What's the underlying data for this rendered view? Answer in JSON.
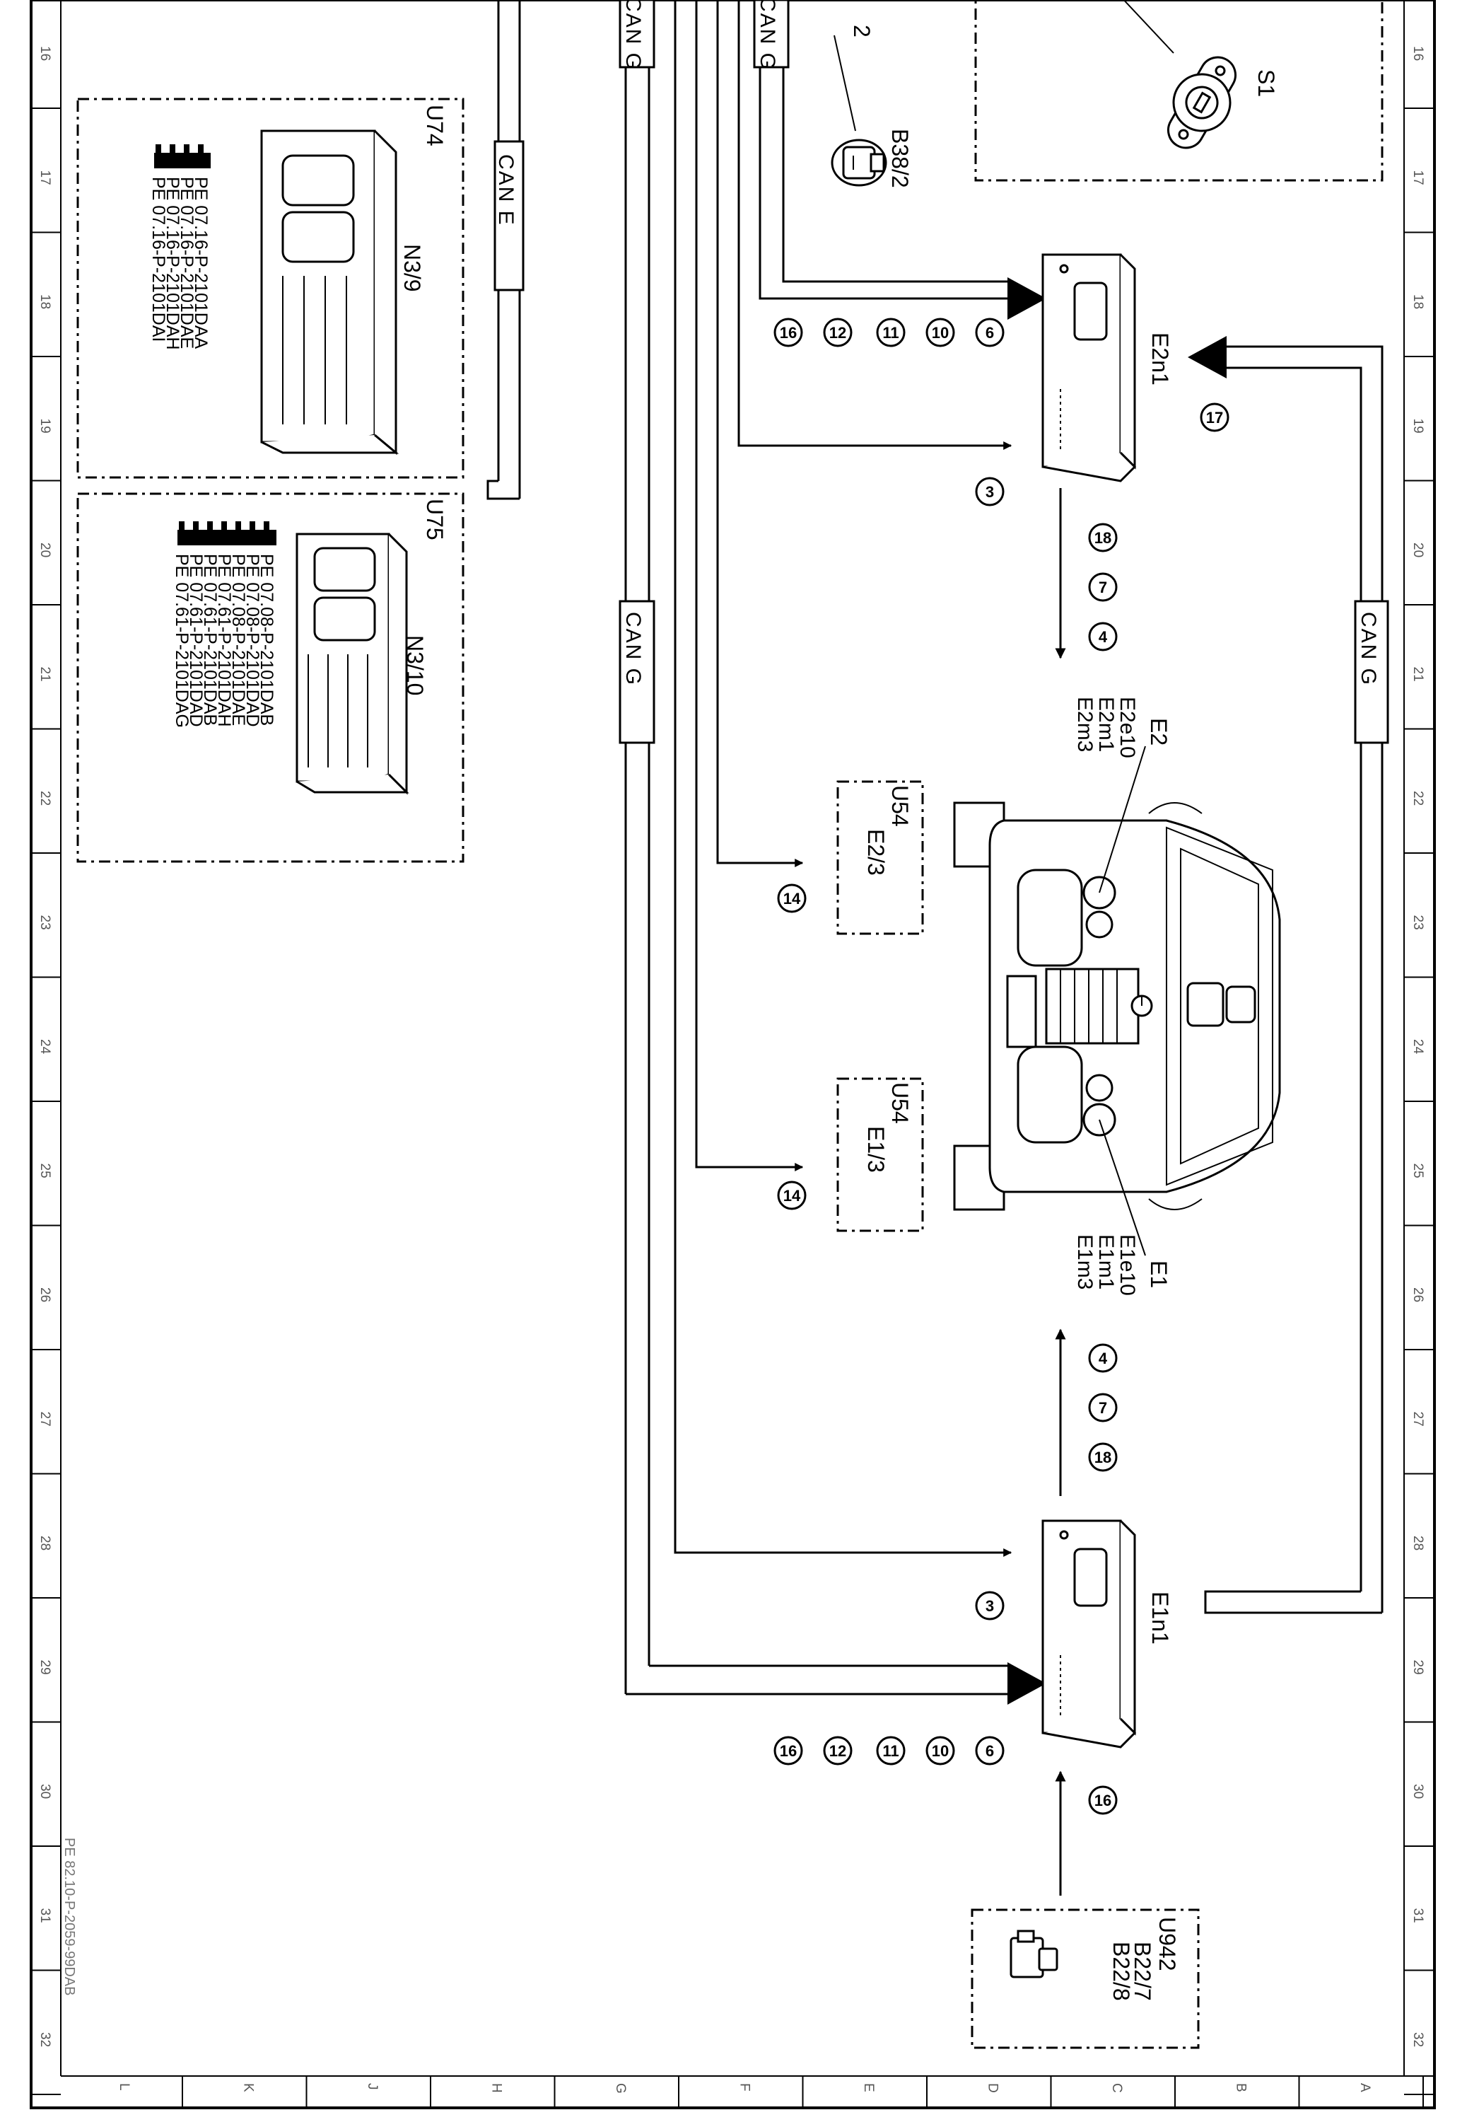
{
  "doc_id": "PE 82.10-P-2059-99DAB",
  "zones_left": [
    "16",
    "17",
    "18",
    "19",
    "20",
    "21",
    "22",
    "23",
    "24",
    "25",
    "26",
    "27",
    "28",
    "29",
    "30",
    "31",
    "32"
  ],
  "zones_right": [
    "16",
    "17",
    "18",
    "19",
    "20",
    "21",
    "22",
    "23",
    "24",
    "25",
    "26",
    "27",
    "28",
    "29",
    "30",
    "31",
    "32"
  ],
  "zones_bottom": [
    "L",
    "K",
    "J",
    "H",
    "G",
    "F",
    "E",
    "D",
    "C",
    "B",
    "A"
  ],
  "bus_labels": {
    "can_g_top_left": "CAN G",
    "can_g_top_right": "CAN G",
    "can_g_mid": "CAN G",
    "can_g_right": "CAN G",
    "can_e": "CAN E"
  },
  "components": {
    "s1": "S1",
    "b38_2": "B38/2",
    "line_pos": "2",
    "u74": "U74",
    "n3_9": "N3/9",
    "u75": "U75",
    "n3_10": "N3/10",
    "e2n1": "E2n1",
    "e1n1": "E1n1",
    "e2": "E2",
    "e2e10": "E2e10",
    "e2m1": "E2m1",
    "e2m3": "E2m3",
    "e1": "E1",
    "e1e10": "E1e10",
    "e1m1": "E1m1",
    "e1m3": "E1m3",
    "u54_a": "U54",
    "e2_3": "E2/3",
    "u54_b": "U54",
    "e1_3": "E1/3",
    "u942": "U942",
    "b22_7": "B22/7",
    "b22_8": "B22/8"
  },
  "u74_refs": [
    "PE 07.16-P-2101DAA",
    "PE 07.16-P-2101DAE",
    "PE 07.16-P-2101DAH",
    "PE 07.16-P-2101DAI"
  ],
  "u75_refs": [
    "PE 07.08-P-2101DAB",
    "PE 07.08-P-2101DAD",
    "PE 07.08-P-2101DAE",
    "PE 07.61-P-2101DAH",
    "PE 07.61-P-2101DAB",
    "PE 07.61-P-2101DAD",
    "PE 07.61-P-2101DAG"
  ],
  "signals": {
    "e2n1_in": [
      "6",
      "10",
      "11",
      "12",
      "16"
    ],
    "e2n1_feed": "17",
    "e2n1_in3": "3",
    "e2n1_out": [
      "18",
      "7",
      "4"
    ],
    "e2_3_in": "14",
    "e1_3_in": "14",
    "e1n1_out": [
      "4",
      "7",
      "18"
    ],
    "e1n1_in3": "3",
    "e1n1_in": [
      "6",
      "10",
      "11",
      "12",
      "16"
    ],
    "u942_out": "16"
  }
}
